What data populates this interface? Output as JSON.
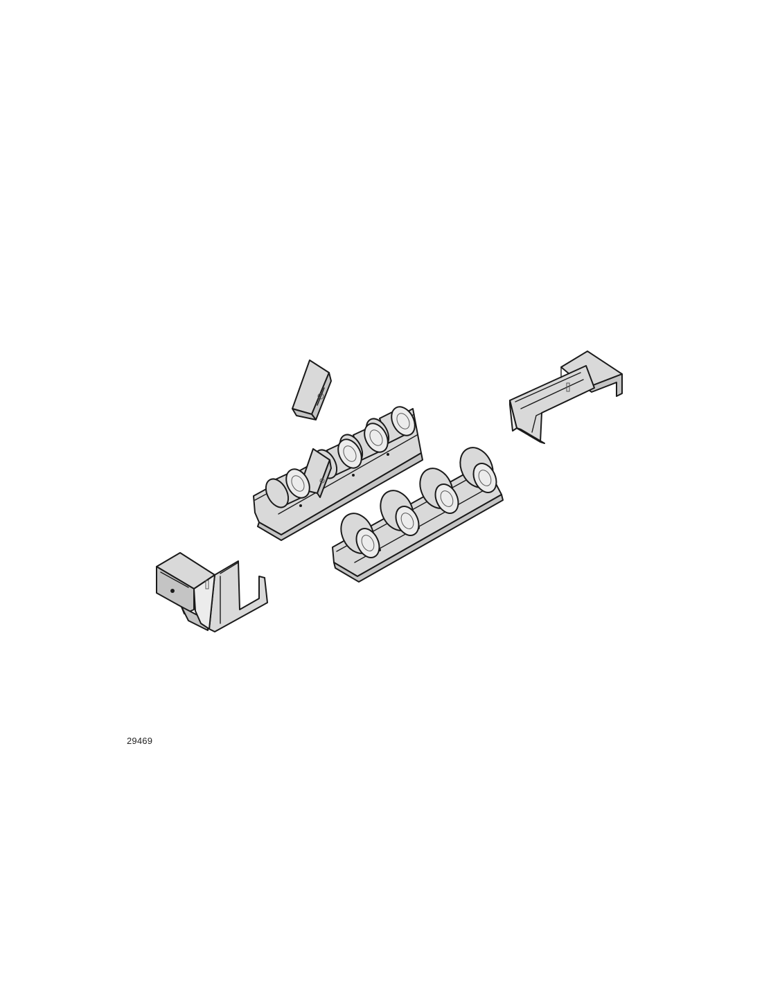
{
  "figure": {
    "reference_number": "29469"
  },
  "parts": [
    {
      "id": "end-cap-left",
      "icon": "u-bracket-end-cap"
    },
    {
      "id": "wedge-block",
      "icon": "wedge-stop"
    },
    {
      "id": "roller-track-narrow",
      "icon": "roller-track",
      "roller_count": 4
    },
    {
      "id": "roller-track-flanged",
      "icon": "flanged-roller-track",
      "roller_count": 4
    },
    {
      "id": "channel-bracket-right",
      "icon": "channel-bracket"
    }
  ],
  "colors": {
    "part_fill": "#d9d9d9",
    "outline": "#1a1a1a",
    "background": "#ffffff"
  }
}
